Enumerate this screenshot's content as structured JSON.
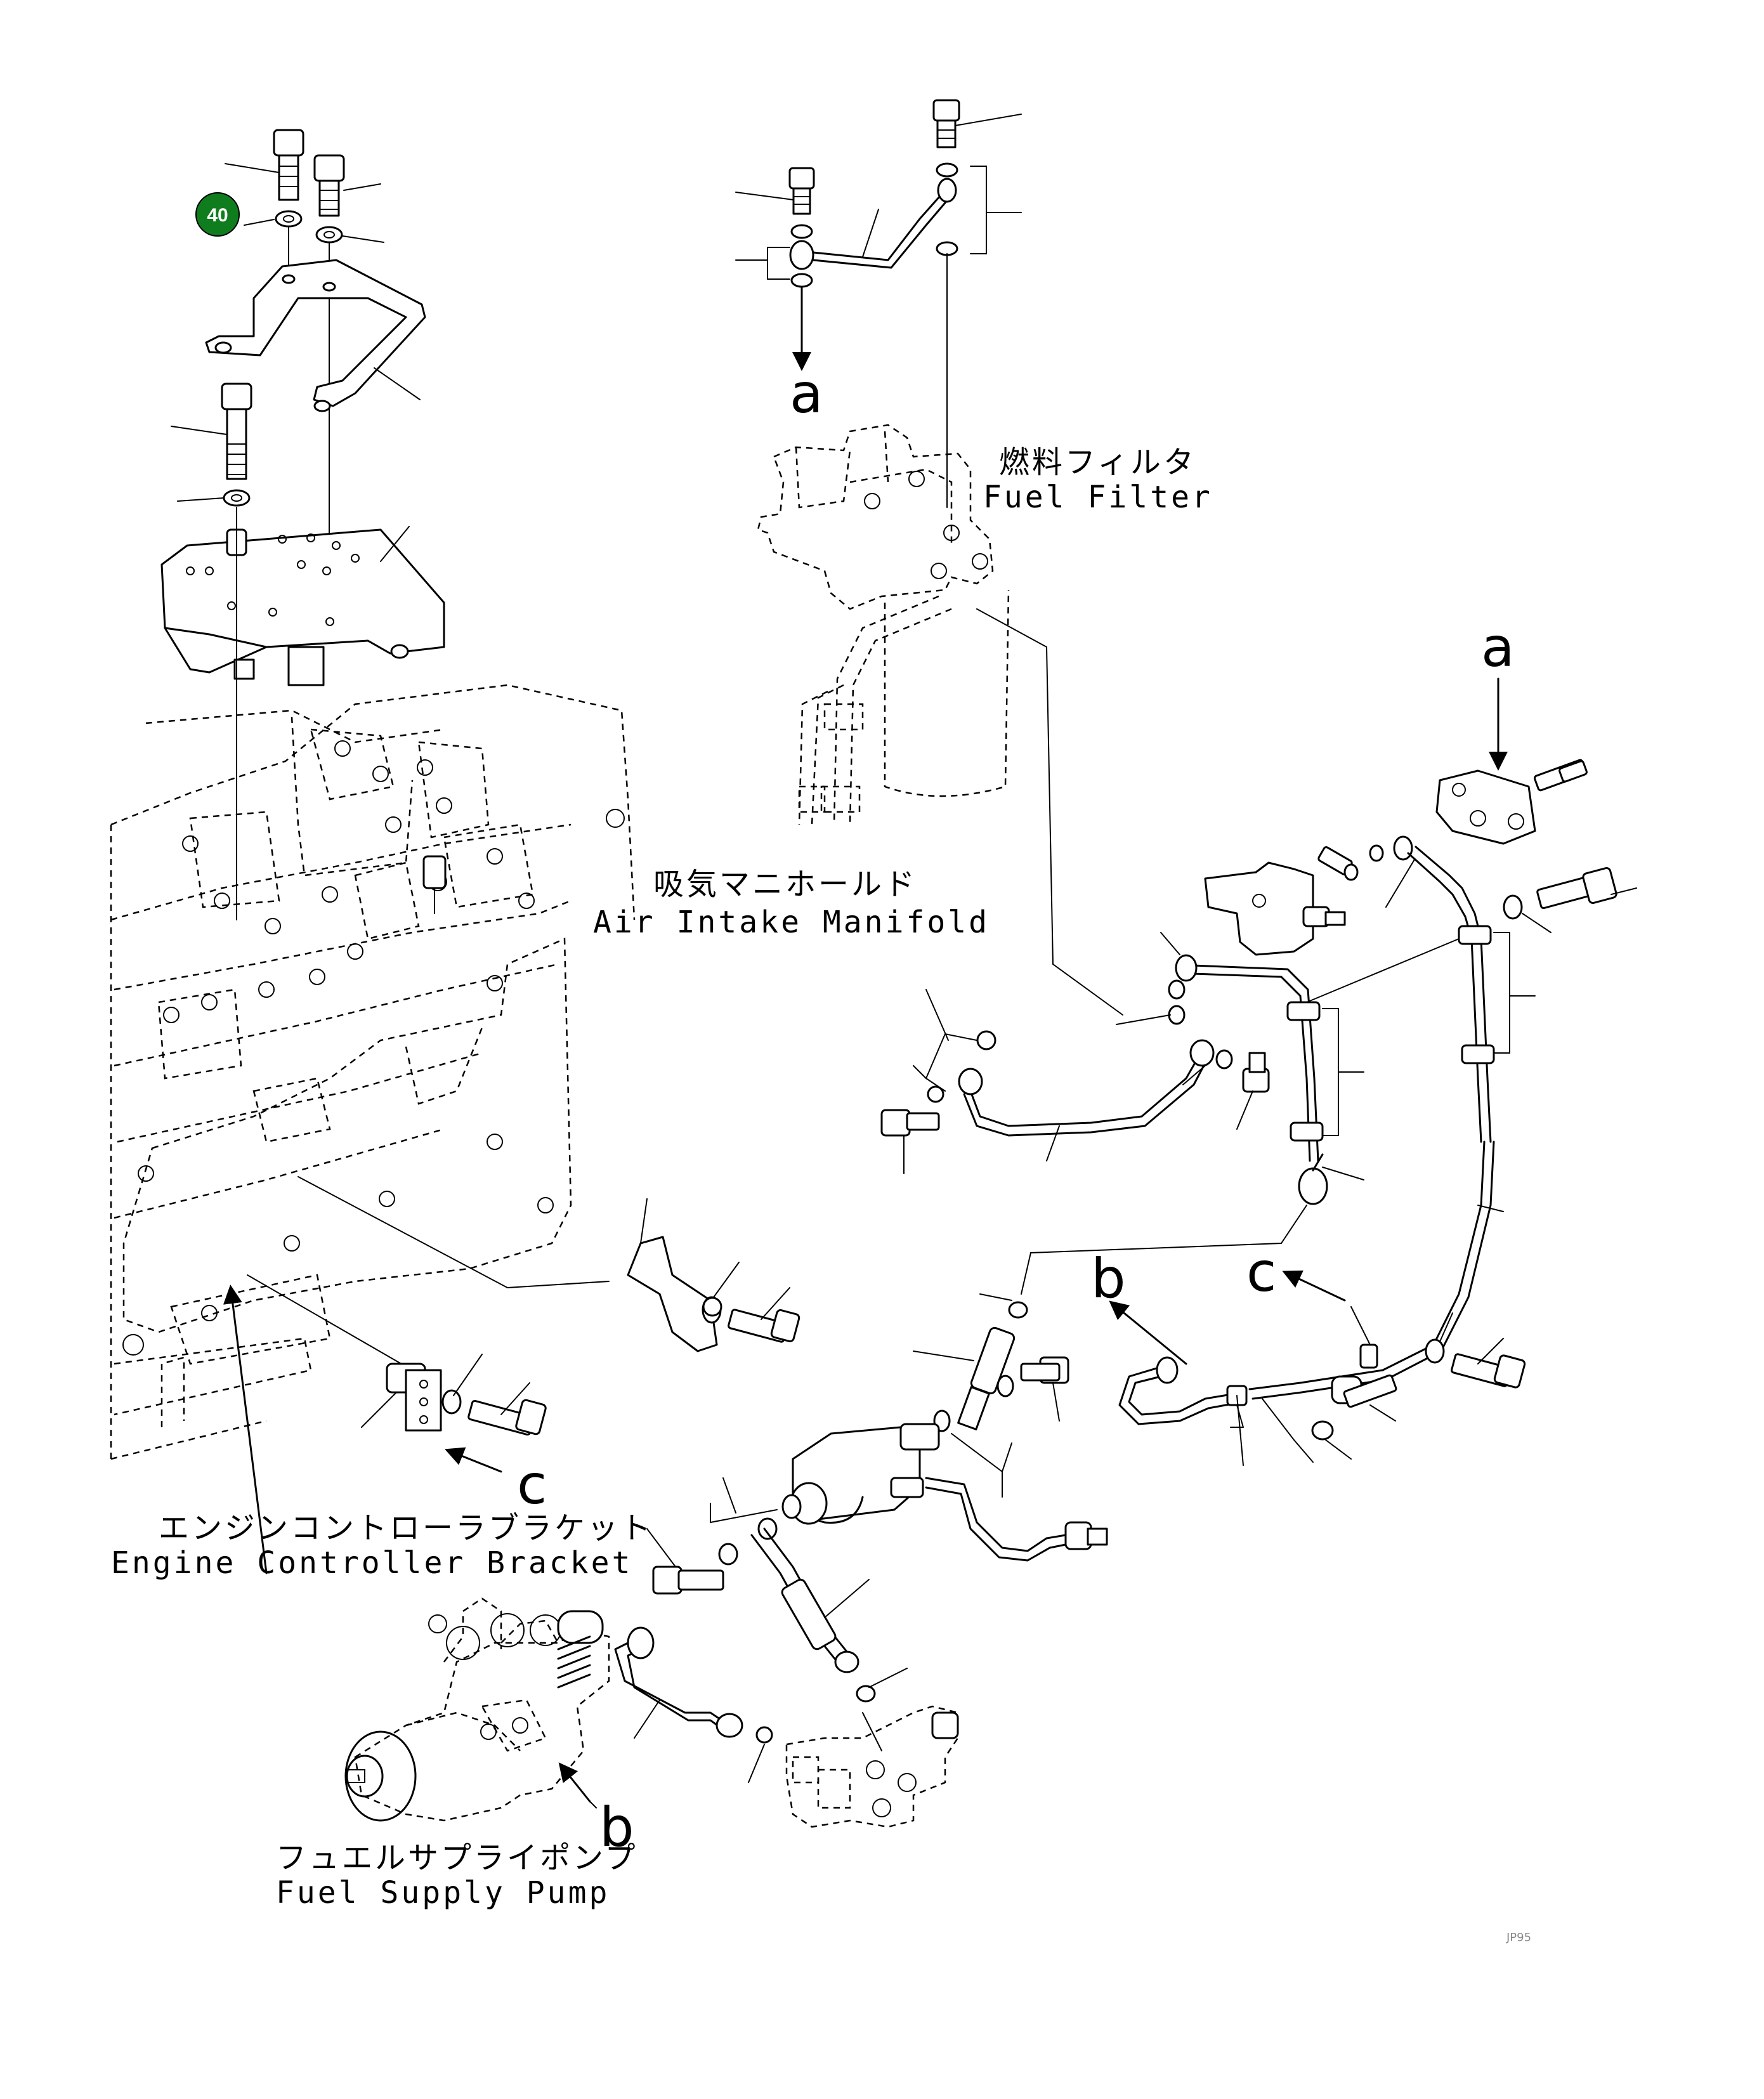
{
  "callout": {
    "number": "40",
    "color": "#0f7d1e"
  },
  "labels": {
    "fuel_filter_jp": "燃料フィルタ",
    "fuel_filter_en": "Fuel Filter",
    "air_intake_jp": "吸気マニホールド",
    "air_intake_en": "Air Intake Manifold",
    "ecb_jp": "エンジンコントローラブラケット",
    "ecb_en": "Engine Controller Bracket",
    "fsp_jp": "フュエルサプライポンプ",
    "fsp_en": "Fuel Supply Pump"
  },
  "view_refs": {
    "a_top": "a",
    "a_right": "a",
    "b_mid": "b",
    "b_pump": "b",
    "c_right": "c",
    "c_left": "c"
  },
  "drawing_code": "JP95"
}
